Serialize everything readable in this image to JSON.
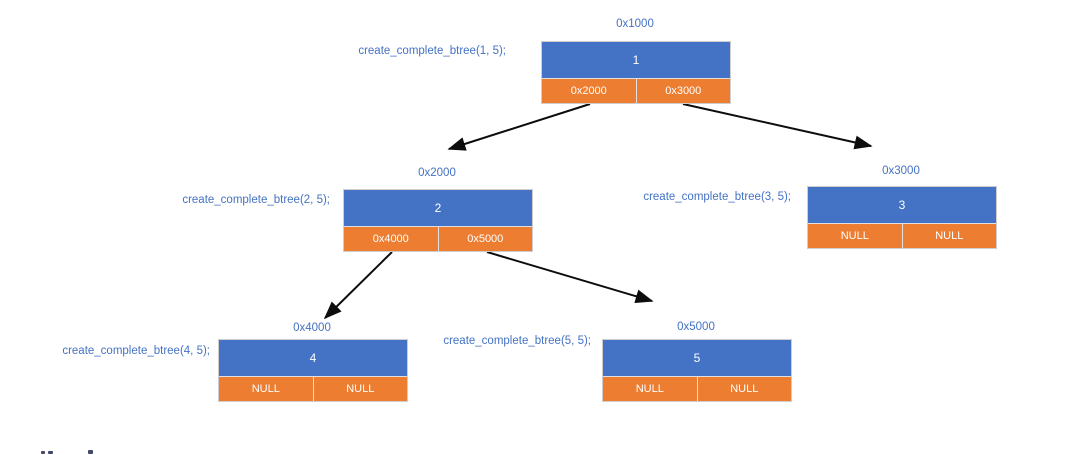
{
  "diagram": {
    "type": "binary-tree-memory-diagram",
    "colors": {
      "node_fill": "#4472C4",
      "pointer_fill": "#ED7D31",
      "label_text": "#4472C4",
      "node_text": "#FFFFFF",
      "arrow": "#0d0d0d",
      "box_border": "#cfcdcd"
    },
    "nodes": [
      {
        "address": "0x1000",
        "value": "1",
        "left": "0x2000",
        "right": "0x3000",
        "caller": "create_complete_btree(1, 5);"
      },
      {
        "address": "0x2000",
        "value": "2",
        "left": "0x4000",
        "right": "0x5000",
        "caller": "create_complete_btree(2, 5);"
      },
      {
        "address": "0x3000",
        "value": "3",
        "left": "NULL",
        "right": "NULL",
        "caller": "create_complete_btree(3, 5);"
      },
      {
        "address": "0x4000",
        "value": "4",
        "left": "NULL",
        "right": "NULL",
        "caller": "create_complete_btree(4, 5);"
      },
      {
        "address": "0x5000",
        "value": "5",
        "left": "NULL",
        "right": "NULL",
        "caller": "create_complete_btree(5, 5);"
      }
    ],
    "edges": [
      {
        "from": "0x1000",
        "via": "left",
        "to": "0x2000"
      },
      {
        "from": "0x1000",
        "via": "right",
        "to": "0x3000"
      },
      {
        "from": "0x2000",
        "via": "left",
        "to": "0x4000"
      },
      {
        "from": "0x2000",
        "via": "right",
        "to": "0x5000"
      }
    ]
  }
}
